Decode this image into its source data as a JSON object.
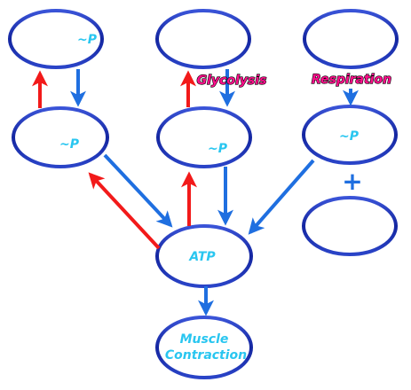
{
  "nodes": {
    "top_left": "~P",
    "mid_left": "~P",
    "mid_center": "~P",
    "mid_right": "~P",
    "atp": "ATP",
    "muscle_line1": "Muscle",
    "muscle_line2": "Contraction"
  },
  "labels": {
    "glycolysis": "Glycolysis",
    "respiration": "Respiration",
    "plus": "+"
  },
  "colors": {
    "node_fill": "#ffffff",
    "node_stroke": "#1c2fb0",
    "node_text": "#29c6f0",
    "blue_arrow": "#1f6fe0",
    "red_arrow": "#f21a1a",
    "label_text": "#ff0f8c",
    "plus": "#1f6fe0"
  }
}
